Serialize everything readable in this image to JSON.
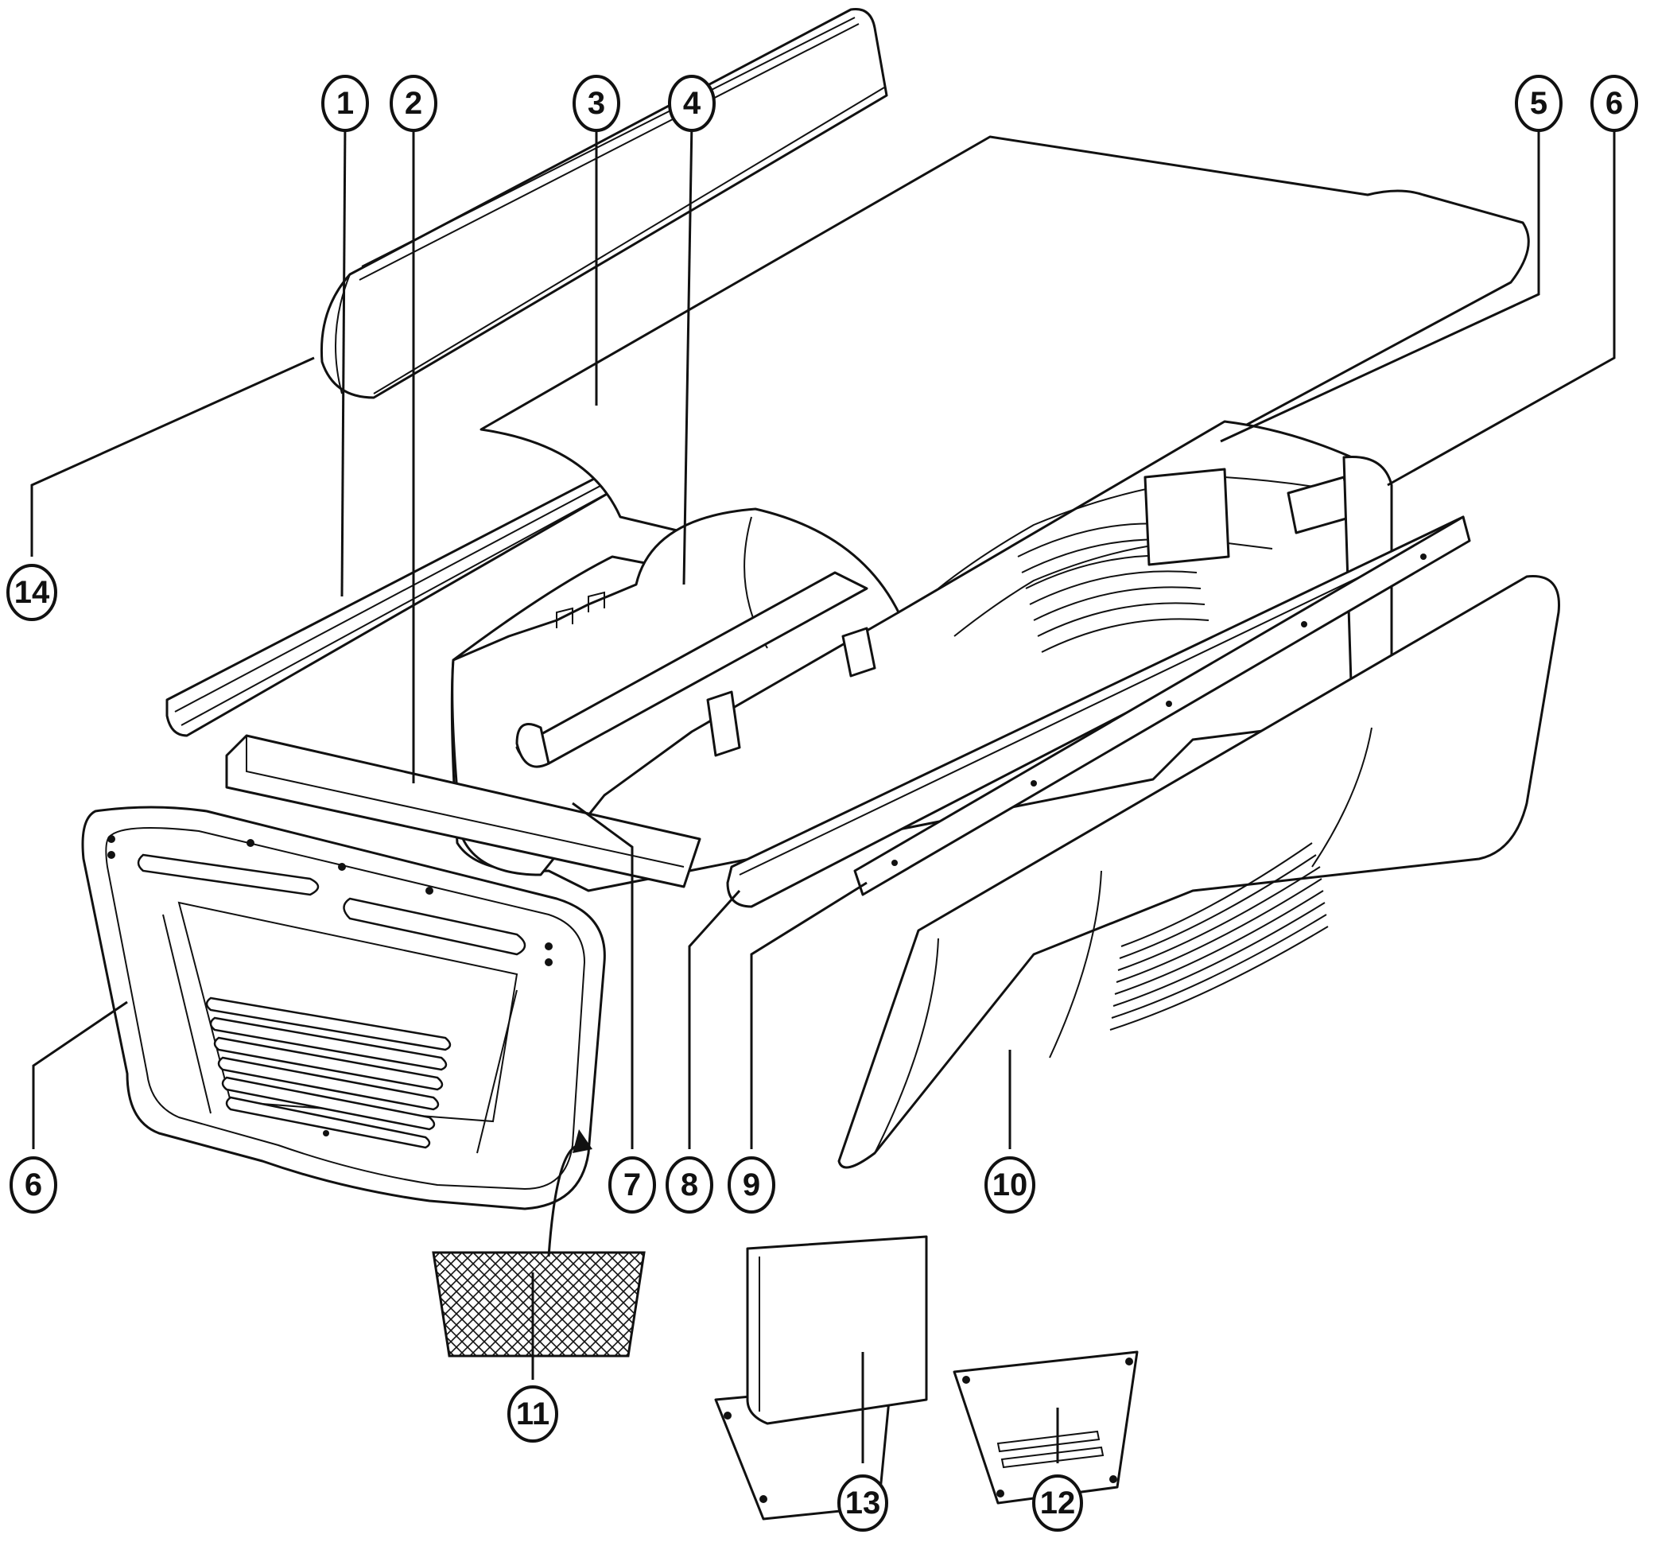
{
  "colors": {
    "line": "#111111",
    "background": "#ffffff"
  },
  "callouts": [
    {
      "id": "c1",
      "label": "1"
    },
    {
      "id": "c2",
      "label": "2"
    },
    {
      "id": "c3",
      "label": "3"
    },
    {
      "id": "c4",
      "label": "4"
    },
    {
      "id": "c5",
      "label": "5"
    },
    {
      "id": "c6a",
      "label": "6"
    },
    {
      "id": "c6b",
      "label": "6"
    },
    {
      "id": "c7",
      "label": "7"
    },
    {
      "id": "c8",
      "label": "8"
    },
    {
      "id": "c9",
      "label": "9"
    },
    {
      "id": "c10",
      "label": "10"
    },
    {
      "id": "c11",
      "label": "11"
    },
    {
      "id": "c12",
      "label": "12"
    },
    {
      "id": "c13",
      "label": "13"
    },
    {
      "id": "c14",
      "label": "14"
    }
  ]
}
